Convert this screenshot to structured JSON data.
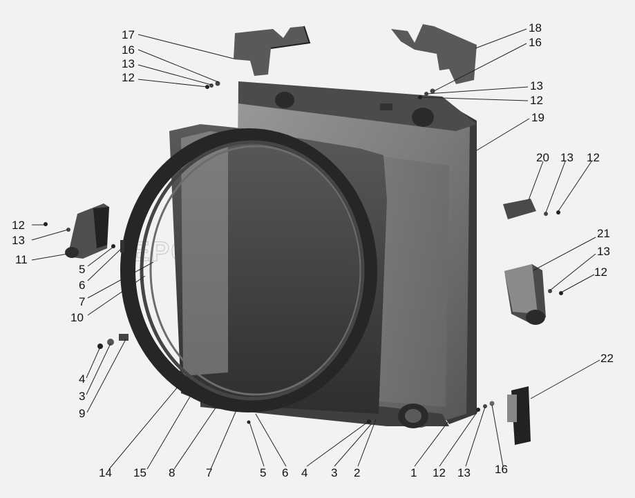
{
  "watermark": "EPCSPARTS.COM",
  "callouts": {
    "c17": "17",
    "c16a": "16",
    "c13a": "13",
    "c12a": "12",
    "c18": "18",
    "c16b": "16",
    "c13b": "13",
    "c12b": "12",
    "c19": "19",
    "c20": "20",
    "c13c": "13",
    "c12c": "12",
    "c12d": "12",
    "c13d": "13",
    "c11": "11",
    "c5a": "5",
    "c6a": "6",
    "c7a": "7",
    "c10": "10",
    "c21": "21",
    "c13e": "13",
    "c12e": "12",
    "c4a": "4",
    "c3a": "3",
    "c9": "9",
    "c22": "22",
    "c14": "14",
    "c15": "15",
    "c8": "8",
    "c7b": "7",
    "c5b": "5",
    "c6b": "6",
    "c4b": "4",
    "c3b": "3",
    "c2": "2",
    "c1": "1",
    "c12f": "12",
    "c13f": "13",
    "c16c": "16"
  }
}
